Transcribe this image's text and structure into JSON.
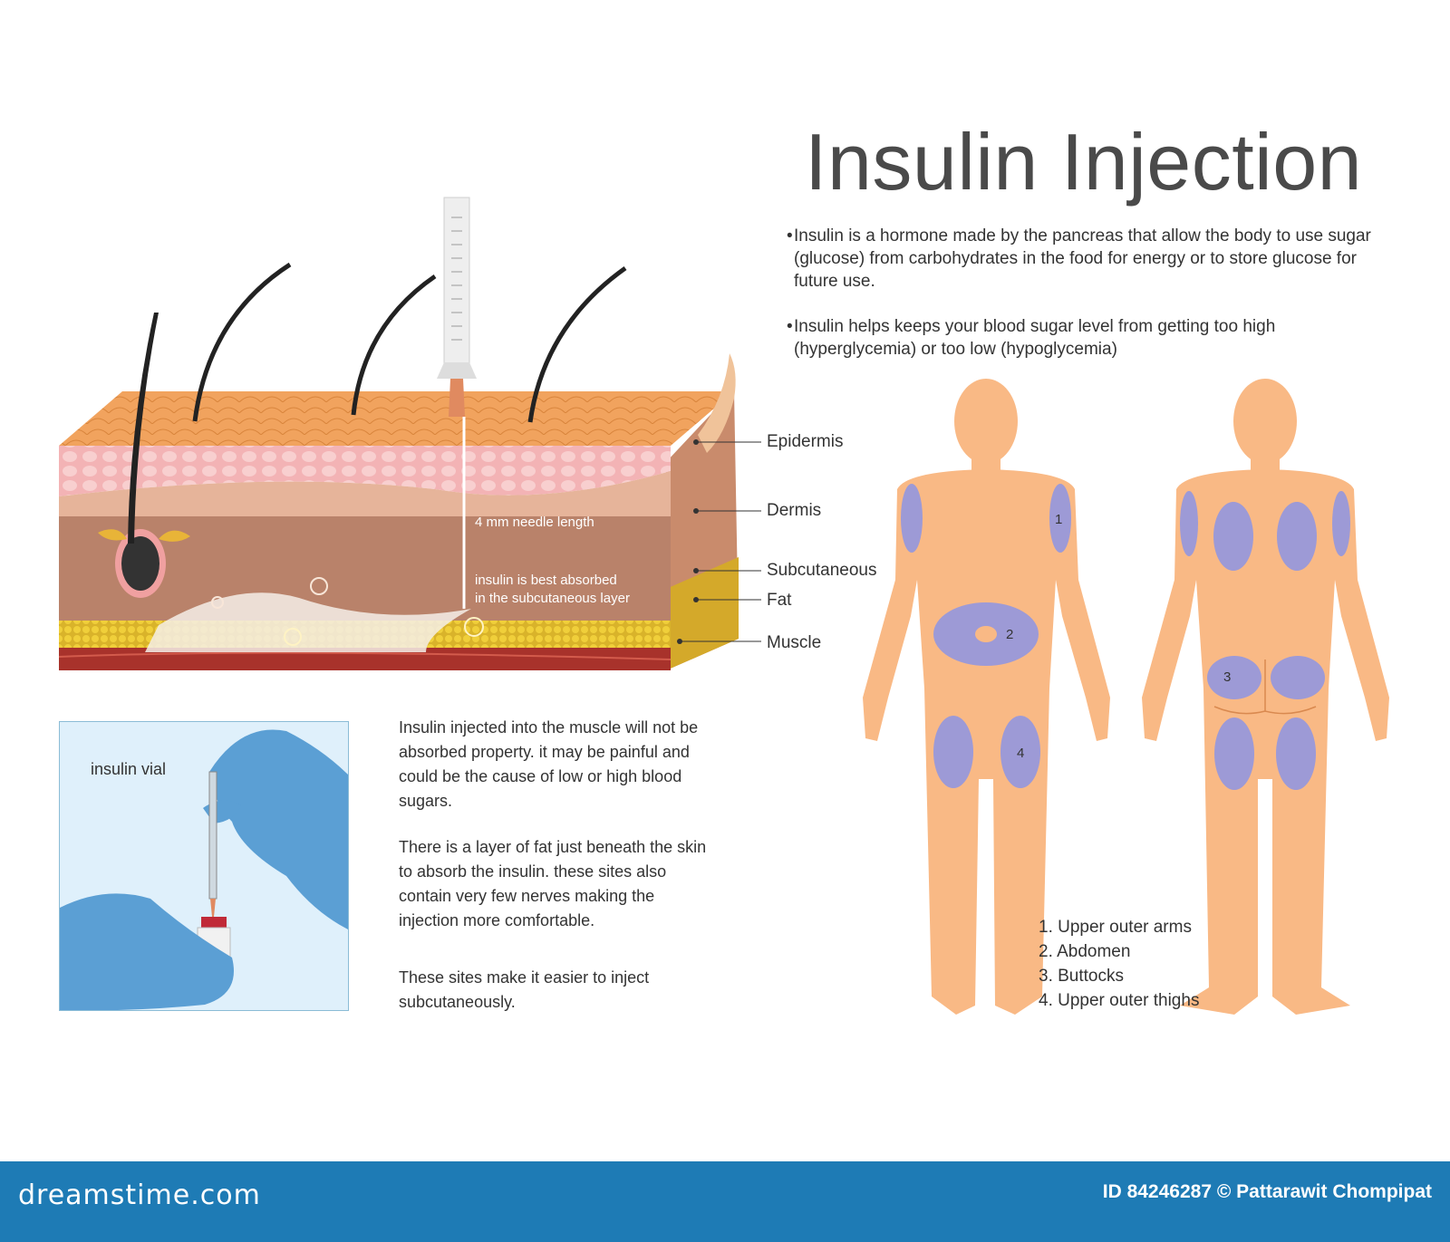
{
  "title": "Insulin Injection",
  "bullets": [
    "Insulin is a hormone made by the pancreas that allow the body to use sugar (glucose) from carbohydrates in the food for energy or to store glucose for future use.",
    "Insulin helps keeps your blood sugar level from getting too high (hyperglycemia) or too low (hypoglycemia)"
  ],
  "skin_diagram": {
    "layers": [
      "Epidermis",
      "Dermis",
      "Subcutaneous",
      "Fat",
      "Muscle"
    ],
    "needle_length_label": "4 mm needle length",
    "absorption_label_1": "insulin is best absorbed",
    "absorption_label_2": "in the subcutaneous layer"
  },
  "vial_label": "insulin vial",
  "paragraphs": [
    "Insulin injected into the muscle will not be absorbed property. it may be painful and could be the cause of low or high blood sugars.",
    "There is a layer of fat just beneath the skin to absorb the insulin. these sites also contain very few nerves making the injection more comfortable.",
    "These sites make it easier to inject subcutaneously."
  ],
  "body_site_numbers": [
    "1",
    "2",
    "3",
    "4"
  ],
  "injection_sites": [
    "1. Upper outer arms",
    "2. Abdomen",
    "3. Buttocks",
    "4. Upper outer thighs"
  ],
  "footer": {
    "brand": "dreamstime.com",
    "credit": "ID 84246287 © Pattarawit Chompipat"
  },
  "colors": {
    "skin_tone": "#f9b985",
    "site_marker": "#9d9ad6",
    "footer_bg": "#1e7bb5"
  }
}
